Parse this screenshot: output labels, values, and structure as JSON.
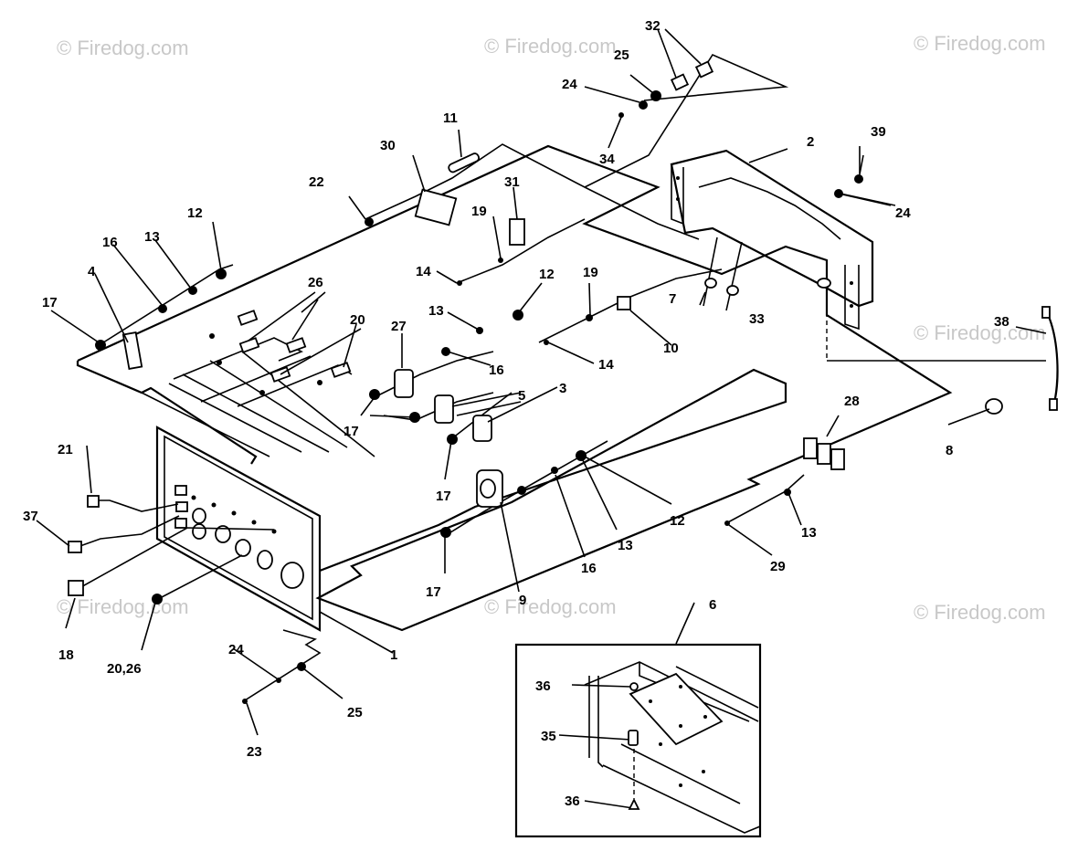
{
  "watermarks": [
    "© Firedog.com",
    "© Firedog.com",
    "© Firedog.com",
    "© Firedog.com",
    "© Firedog.com",
    "© Firedog.com",
    "© Firedog.com"
  ],
  "callouts": {
    "c1": "1",
    "c2": "2",
    "c3": "3",
    "c4": "4",
    "c5": "5",
    "c6": "6",
    "c7": "7",
    "c8": "8",
    "c9": "9",
    "c10": "10",
    "c11": "11",
    "c12a": "12",
    "c12b": "12",
    "c12c": "12",
    "c13a": "13",
    "c13b": "13",
    "c13c": "13",
    "c13d": "13",
    "c14a": "14",
    "c14b": "14",
    "c16a": "16",
    "c16b": "16",
    "c16c": "16",
    "c17a": "17",
    "c17b": "17",
    "c17c": "17",
    "c17d": "17",
    "c18": "18",
    "c19a": "19",
    "c19b": "19",
    "c20": "20",
    "c20_26": "20,26",
    "c21": "21",
    "c22": "22",
    "c23": "23",
    "c24a": "24",
    "c24b": "24",
    "c24c": "24",
    "c25a": "25",
    "c25b": "25",
    "c26": "26",
    "c27": "27",
    "c28": "28",
    "c29": "29",
    "c30": "30",
    "c31": "31",
    "c32": "32",
    "c33": "33",
    "c34": "34",
    "c35": "35",
    "c36a": "36",
    "c36b": "36",
    "c37": "37",
    "c38": "38",
    "c39": "39"
  }
}
